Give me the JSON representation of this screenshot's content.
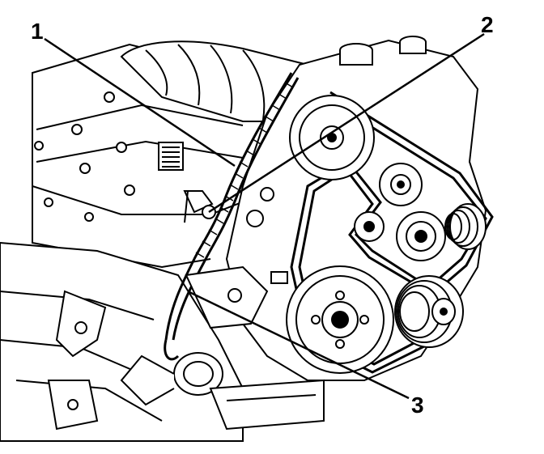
{
  "callouts": [
    {
      "id": "1",
      "label": "1"
    },
    {
      "id": "2",
      "label": "2"
    },
    {
      "id": "3",
      "label": "3"
    }
  ],
  "colors": {
    "ink": "#000000",
    "paper": "#ffffff",
    "shade": "#d8d8d8"
  }
}
